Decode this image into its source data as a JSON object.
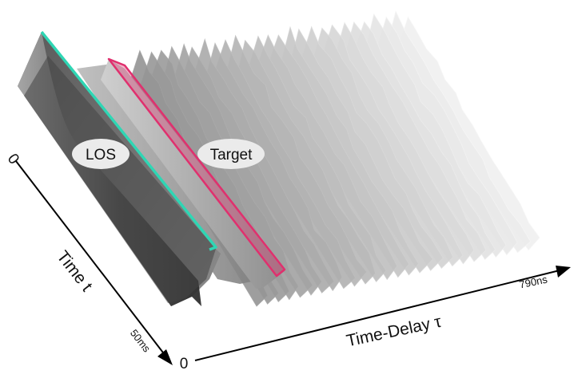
{
  "labels": {
    "los": "LOS",
    "target": "Target"
  },
  "axes": {
    "time_title": "Time t",
    "delay_title": "Time-Delay τ",
    "time_origin": "0",
    "time_end": "50ms",
    "delay_origin": "0",
    "delay_end": "790ns"
  },
  "colors": {
    "los_highlight": "#2fd6b4",
    "target_highlight": "#e0306e",
    "surface_dark": "#3a3a3a",
    "surface_light": "#eeeeee",
    "axis": "#000000"
  }
}
